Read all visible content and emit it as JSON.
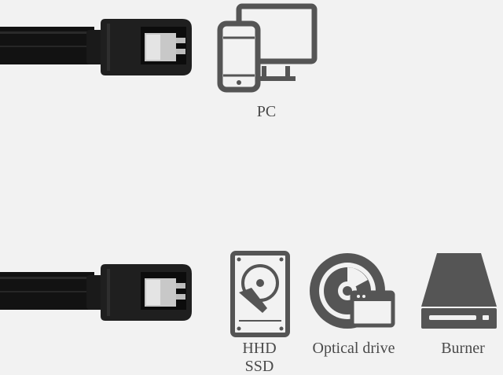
{
  "labels": {
    "pc": "PC",
    "hhd": "HHD",
    "ssd": "SSD",
    "optical_drive": "Optical drive",
    "burner": "Burner"
  },
  "icons": {
    "pc": "pc-devices-icon",
    "hdd": "hard-drive-icon",
    "optical": "optical-disc-window-icon",
    "burner": "disc-burner-icon"
  },
  "colors": {
    "background": "#f2f2f2",
    "cable": "#111111",
    "connector": "#1c1c1c",
    "icon_gray": "#555555",
    "text": "#4a4a4a"
  }
}
